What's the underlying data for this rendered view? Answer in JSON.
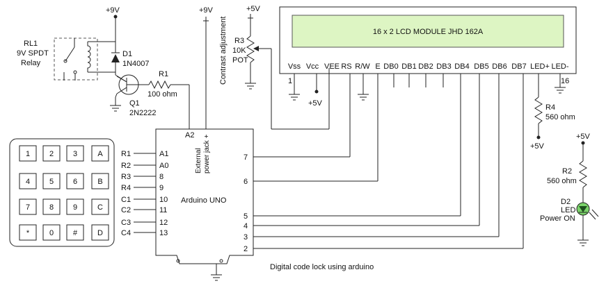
{
  "title": "Digital code lock using arduino",
  "supply": {
    "plus9": "+9V",
    "plus5": "+5V"
  },
  "relay": {
    "ref": "RL1",
    "line1": "9V SPDT",
    "line2": "Relay"
  },
  "diode1": {
    "ref": "D1",
    "part": "1N4007"
  },
  "r1": {
    "ref": "R1",
    "value": "100 ohm"
  },
  "q1": {
    "ref": "Q1",
    "part": "2N2222"
  },
  "pot": {
    "ref": "R3",
    "value": "10K",
    "type": "POT",
    "caption": "Contrast adjustment"
  },
  "lcd": {
    "title": "16 x 2 LCD MODULE  JHD  162A",
    "pins": [
      "Vss",
      "Vcc",
      "VEE",
      "RS",
      "R/W",
      "E",
      "DB0",
      "DB1",
      "DB2",
      "DB3",
      "DB4",
      "DB5",
      "DB6",
      "DB7",
      "LED+",
      "LED-"
    ],
    "pin_first": "1",
    "pin_last": "16"
  },
  "r4": {
    "ref": "R4",
    "value": "560 ohm"
  },
  "r2": {
    "ref": "R2",
    "value": "560 ohm"
  },
  "d2": {
    "ref": "D2",
    "line1": "LED",
    "line2": "Power ON"
  },
  "arduino": {
    "name": "Arduino UNO",
    "power_line1": "External",
    "power_line2": "power jack +",
    "left_pins": [
      "A1",
      "A0",
      "8",
      "9",
      "10",
      "11",
      "12",
      "13"
    ],
    "top_pin": "A2",
    "right_pins": [
      "7",
      "6",
      "5",
      "4",
      "3",
      "2"
    ]
  },
  "keypad": {
    "keys": [
      [
        "1",
        "2",
        "3",
        "A"
      ],
      [
        "4",
        "5",
        "6",
        "B"
      ],
      [
        "7",
        "8",
        "9",
        "C"
      ],
      [
        "*",
        "0",
        "#",
        "D"
      ]
    ],
    "lines": [
      "R1",
      "R2",
      "R3",
      "R4",
      "C1",
      "C2",
      "C3",
      "C4"
    ]
  }
}
